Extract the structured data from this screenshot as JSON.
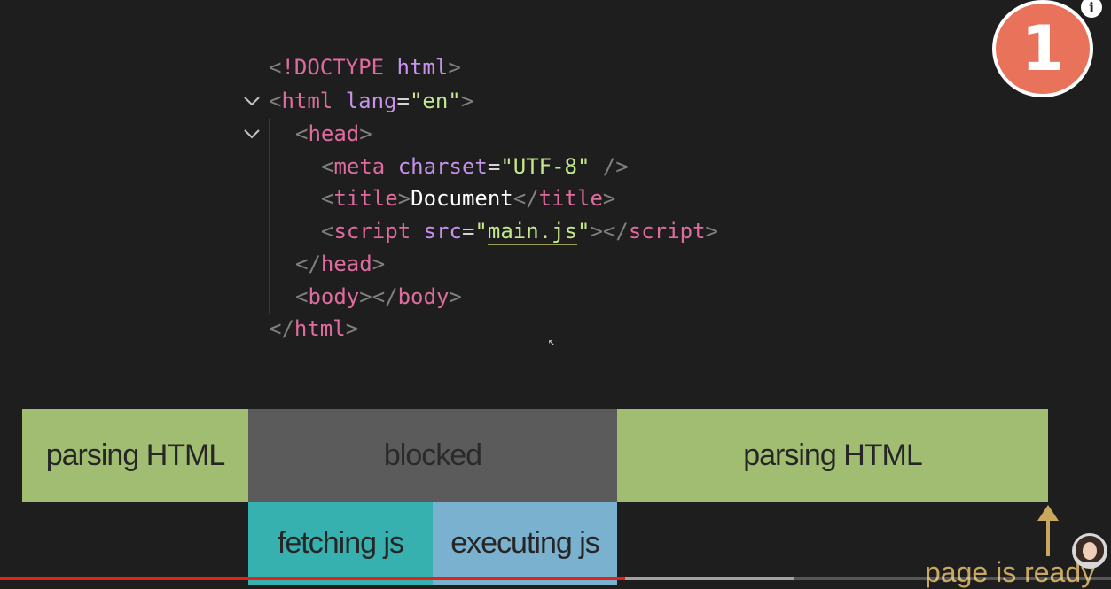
{
  "code": {
    "doctype_open": "<!",
    "doctype_kw": "DOCTYPE",
    "doctype_attr": "html",
    "html_tag": "html",
    "html_attr": "lang",
    "html_val": "\"en\"",
    "head_tag": "head",
    "meta_tag": "meta",
    "meta_attr": "charset",
    "meta_val": "\"UTF-8\"",
    "title_tag": "title",
    "title_text": "Document",
    "script_tag": "script",
    "script_attr": "src",
    "script_val": "main.js",
    "body_tag": "body"
  },
  "badge": {
    "number": "1",
    "info": "i"
  },
  "timeline": {
    "parsing_1": "parsing HTML",
    "blocked": "blocked",
    "parsing_2": "parsing HTML",
    "fetching": "fetching js",
    "executing": "executing js",
    "page_ready": "page is ready"
  },
  "progress": {
    "played": 0.563,
    "loaded": 0.714
  },
  "colors": {
    "parsing": "#a1bd72",
    "blocked": "#5b5b5b",
    "fetching": "#36b1b0",
    "executing": "#7ab1cf",
    "badge": "#e8735a",
    "arrow": "#c9a75e",
    "progress": "#e62117"
  }
}
